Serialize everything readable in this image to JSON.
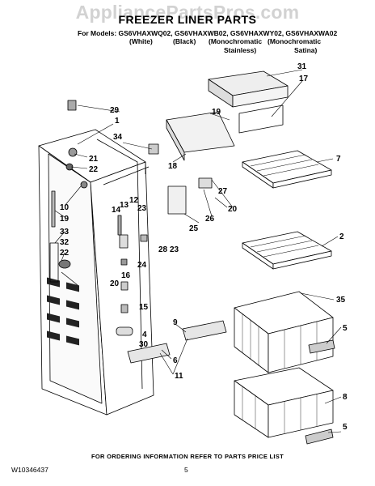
{
  "watermark": "AppliancePartsPros.com",
  "header": {
    "title": "FREEZER LINER PARTS",
    "models_line": "For Models: GS6VHAXWQ02, GS6VHAXWB02, GS6VHAXWY02, GS6VHAXWA02",
    "variant_white": "(White)",
    "variant_black": "(Black)",
    "variant_mono_stainless_1": "(Monochromatic",
    "variant_mono_stainless_2": "Stainless)",
    "variant_mono_satina_1": "(Monochromatic",
    "variant_mono_satina_2": "Satina)"
  },
  "callouts": [
    "31",
    "17",
    "29",
    "19",
    "1",
    "34",
    "21",
    "22",
    "18",
    "7",
    "10",
    "19",
    "33",
    "32",
    "22",
    "14",
    "13",
    "12",
    "23",
    "27",
    "26",
    "20",
    "25",
    "28",
    "23",
    "24",
    "2",
    "20",
    "16",
    "15",
    "35",
    "4",
    "9",
    "30",
    "5",
    "6",
    "11",
    "8",
    "5"
  ],
  "footer": {
    "note": "FOR ORDERING INFORMATION REFER TO PARTS PRICE LIST",
    "doc_number": "W10346437",
    "page_number": "5"
  }
}
